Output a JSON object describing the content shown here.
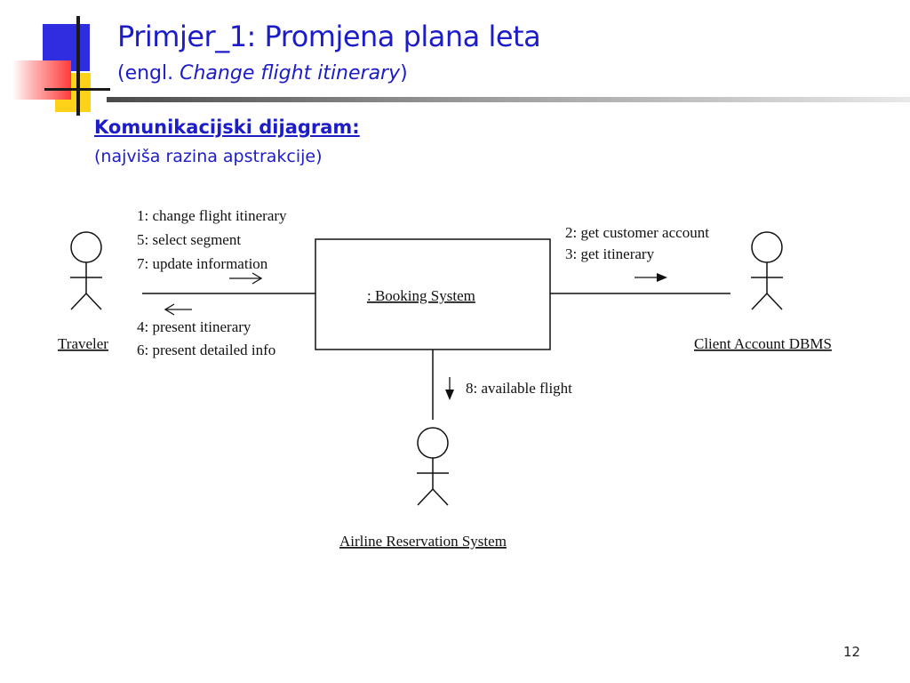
{
  "slide": {
    "title": "Primjer_1:  Promjena plana leta",
    "subtitle_prefix": "(engl. ",
    "subtitle_italic": "Change flight itinerary",
    "subtitle_suffix": ")",
    "heading": "Komunikacijski dijagram:",
    "note": "(najviša razina apstrakcije)",
    "page_number": "12",
    "colors": {
      "text_blue": "#1c1cc8",
      "deco_blue": "#2e2ee0",
      "deco_yellow": "#ffd21a",
      "deco_red": "#ff3b3b"
    }
  },
  "diagram": {
    "type": "communication-diagram",
    "actors": {
      "traveler": "Traveler",
      "client_account_dbms": "Client Account DBMS",
      "airline_reservation_system": "Airline Reservation System"
    },
    "system": ": Booking System",
    "messages_to_system": [
      "1: change flight itinerary",
      "5: select segment",
      "7: update information"
    ],
    "messages_to_traveler": [
      "4: present itinerary",
      "6: present detailed info"
    ],
    "messages_to_dbms": [
      "2: get customer account",
      "3: get itinerary"
    ],
    "messages_to_airline": [
      "8: available flight"
    ]
  }
}
